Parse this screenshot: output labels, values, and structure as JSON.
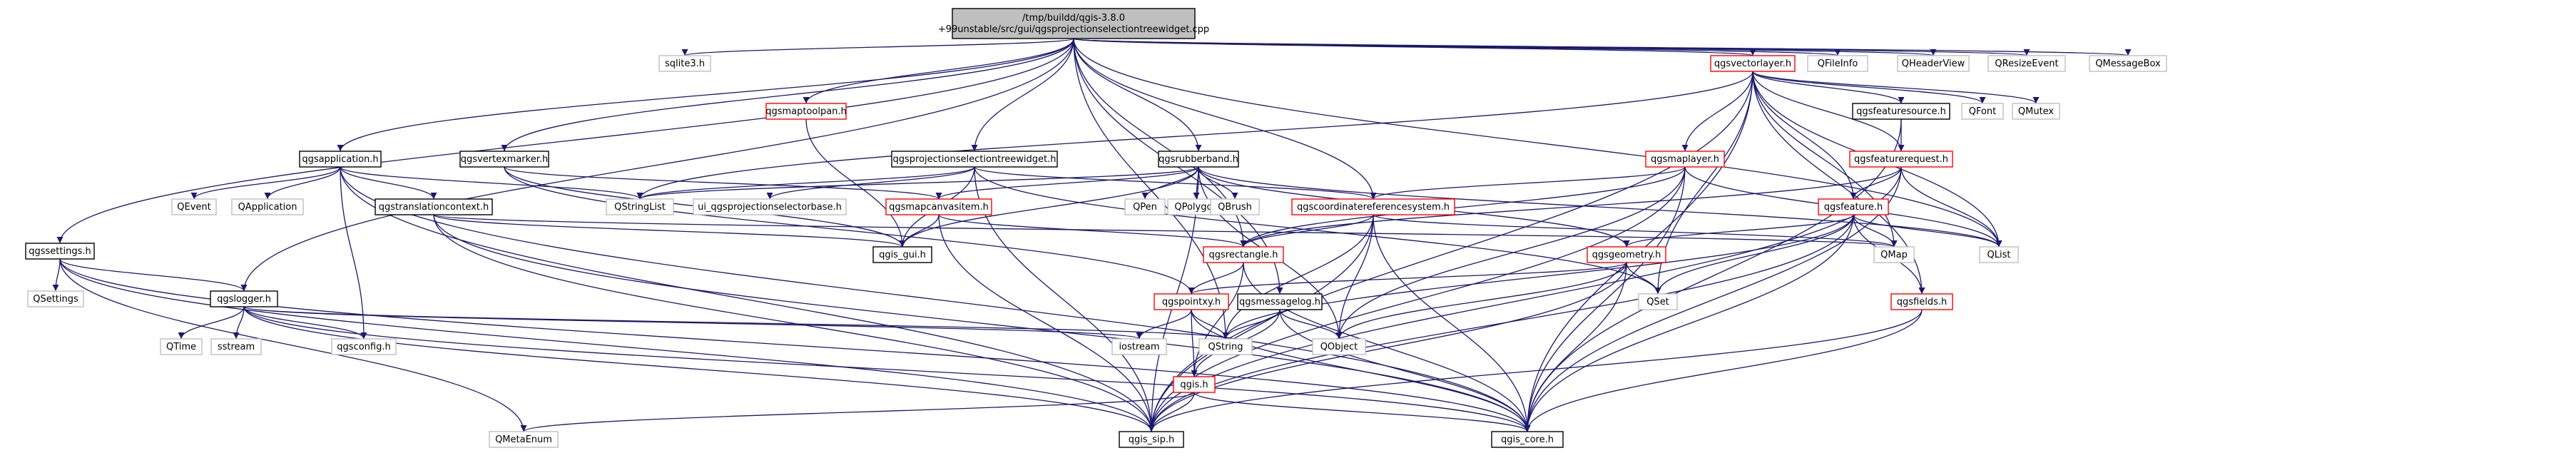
{
  "colors": {
    "edge": "#191970",
    "root_fill": "#bfbfbf",
    "root_border": "#000000",
    "black_border": "#000000",
    "red_border": "#ff0000",
    "gray_border": "#bfbfbf",
    "fill": "#ffffff"
  },
  "nodes": [
    {
      "id": "root",
      "label": "/tmp/buildd/qgis-3.8.0\n+99unstable/src/gui/qgsprojectionselectiontreewidget.cpp",
      "style": "root"
    },
    {
      "id": "qgssettings",
      "label": "qgssettings.h",
      "style": "black"
    },
    {
      "id": "sqlite3",
      "label": "sqlite3.h",
      "style": "gray"
    },
    {
      "id": "qgsmaptoolpan",
      "label": "qgsmaptoolpan.h",
      "style": "red"
    },
    {
      "id": "qgsapplication",
      "label": "qgsapplication.h",
      "style": "black"
    },
    {
      "id": "qgsvertexmarker",
      "label": "qgsvertexmarker.h",
      "style": "black"
    },
    {
      "id": "qgsprojsel",
      "label": "qgsprojectionselectiontreewidget.h",
      "style": "black"
    },
    {
      "id": "qgsrubberband",
      "label": "qgsrubberband.h",
      "style": "black"
    },
    {
      "id": "qgsvectorlayer",
      "label": "qgsvectorlayer.h",
      "style": "red"
    },
    {
      "id": "qfileinfo",
      "label": "QFileInfo",
      "style": "gray"
    },
    {
      "id": "qheaderview",
      "label": "QHeaderView",
      "style": "gray"
    },
    {
      "id": "qresizeevent",
      "label": "QResizeEvent",
      "style": "gray"
    },
    {
      "id": "qmessagebox",
      "label": "QMessageBox",
      "style": "gray"
    },
    {
      "id": "qgsfeaturesource",
      "label": "qgsfeaturesource.h",
      "style": "black"
    },
    {
      "id": "qfont",
      "label": "QFont",
      "style": "gray"
    },
    {
      "id": "qmutex",
      "label": "QMutex",
      "style": "gray"
    },
    {
      "id": "qgsmaplayer",
      "label": "qgsmaplayer.h",
      "style": "red"
    },
    {
      "id": "qgsfeaturerequest",
      "label": "qgsfeaturerequest.h",
      "style": "red"
    },
    {
      "id": "qevent",
      "label": "QEvent",
      "style": "gray"
    },
    {
      "id": "qapplication",
      "label": "QApplication",
      "style": "gray"
    },
    {
      "id": "qgstranslationcontext",
      "label": "qgstranslationcontext.h",
      "style": "black"
    },
    {
      "id": "qstringlist",
      "label": "QStringList",
      "style": "gray"
    },
    {
      "id": "uiqgsprojsel",
      "label": "ui_qgsprojectionselectorbase.h",
      "style": "gray"
    },
    {
      "id": "qgsmapcanvasitem",
      "label": "qgsmapcanvasitem.h",
      "style": "red"
    },
    {
      "id": "qpen",
      "label": "QPen",
      "style": "gray"
    },
    {
      "id": "qpolygon",
      "label": "QPolygon",
      "style": "gray"
    },
    {
      "id": "qbrush",
      "label": "QBrush",
      "style": "gray"
    },
    {
      "id": "qgscrs",
      "label": "qgscoordinatereferencesystem.h",
      "style": "red"
    },
    {
      "id": "qgsfeature",
      "label": "qgsfeature.h",
      "style": "red"
    },
    {
      "id": "qgssettings_qsettings",
      "label": "QSettings",
      "style": "gray"
    },
    {
      "id": "qgslogger",
      "label": "qgslogger.h",
      "style": "black"
    },
    {
      "id": "qgsgui",
      "label": "qgis_gui.h",
      "style": "black"
    },
    {
      "id": "qgsrectangle",
      "label": "qgsrectangle.h",
      "style": "red"
    },
    {
      "id": "qgsgeometry",
      "label": "qgsgeometry.h",
      "style": "red"
    },
    {
      "id": "qmap",
      "label": "QMap",
      "style": "gray"
    },
    {
      "id": "qlist",
      "label": "QList",
      "style": "gray"
    },
    {
      "id": "qset",
      "label": "QSet",
      "style": "gray"
    },
    {
      "id": "qgspointxy",
      "label": "qgspointxy.h",
      "style": "red"
    },
    {
      "id": "qgsmessagelog",
      "label": "qgsmessagelog.h",
      "style": "black"
    },
    {
      "id": "qgsfields",
      "label": "qgsfields.h",
      "style": "red"
    },
    {
      "id": "qtime",
      "label": "QTime",
      "style": "gray"
    },
    {
      "id": "sstream",
      "label": "sstream",
      "style": "gray"
    },
    {
      "id": "qgsconfig",
      "label": "qgsconfig.h",
      "style": "gray"
    },
    {
      "id": "iostream",
      "label": "iostream",
      "style": "gray"
    },
    {
      "id": "qstring",
      "label": "QString",
      "style": "gray"
    },
    {
      "id": "qobject",
      "label": "QObject",
      "style": "gray"
    },
    {
      "id": "qgis",
      "label": "qgis.h",
      "style": "red"
    },
    {
      "id": "qmetaenum",
      "label": "QMetaEnum",
      "style": "gray"
    },
    {
      "id": "qgissip",
      "label": "qgis_sip.h",
      "style": "black"
    },
    {
      "id": "qgiscore",
      "label": "qgis_core.h",
      "style": "black"
    }
  ],
  "edges": [
    [
      "root",
      "qgssettings"
    ],
    [
      "root",
      "sqlite3"
    ],
    [
      "root",
      "qgsmaptoolpan"
    ],
    [
      "root",
      "qgsapplication"
    ],
    [
      "root",
      "qgsvertexmarker"
    ],
    [
      "root",
      "qgsprojsel"
    ],
    [
      "root",
      "qgsrubberband"
    ],
    [
      "root",
      "qgsvectorlayer"
    ],
    [
      "root",
      "qfileinfo"
    ],
    [
      "root",
      "qheaderview"
    ],
    [
      "root",
      "qresizeevent"
    ],
    [
      "root",
      "qmessagebox"
    ],
    [
      "root",
      "qgslogger"
    ],
    [
      "root",
      "qgscrs"
    ],
    [
      "root",
      "qgsrectangle"
    ],
    [
      "root",
      "qgsmessagelog"
    ],
    [
      "root",
      "qlist"
    ],
    [
      "root",
      "qstring"
    ],
    [
      "qgssettings",
      "qgssettings_qsettings"
    ],
    [
      "qgssettings",
      "qgslogger"
    ],
    [
      "qgssettings",
      "qmetaenum"
    ],
    [
      "qgssettings",
      "qgissip"
    ],
    [
      "qgssettings",
      "qgiscore"
    ],
    [
      "qgsmaptoolpan",
      "qgsgui"
    ],
    [
      "qgsapplication",
      "qevent"
    ],
    [
      "qgsapplication",
      "qapplication"
    ],
    [
      "qgsapplication",
      "qstringlist"
    ],
    [
      "qgsapplication",
      "qgstranslationcontext"
    ],
    [
      "qgsapplication",
      "qgsconfig"
    ],
    [
      "qgsapplication",
      "qgissip"
    ],
    [
      "qgsapplication",
      "qgiscore"
    ],
    [
      "qgsvertexmarker",
      "qgsmapcanvasitem"
    ],
    [
      "qgsvertexmarker",
      "qgsgui"
    ],
    [
      "qgsvertexmarker",
      "qgspointxy"
    ],
    [
      "qgsprojsel",
      "qstringlist"
    ],
    [
      "qgsprojsel",
      "uiqgsprojsel"
    ],
    [
      "qgsprojsel",
      "qgscrs"
    ],
    [
      "qgsprojsel",
      "qgsgui"
    ],
    [
      "qgsprojsel",
      "qset"
    ],
    [
      "qgsprojsel",
      "qgissip"
    ],
    [
      "qgsrubberband",
      "qstringlist"
    ],
    [
      "qgsrubberband",
      "qgsmapcanvasitem"
    ],
    [
      "qgsrubberband",
      "qpen"
    ],
    [
      "qgsrubberband",
      "qpolygon"
    ],
    [
      "qgsrubberband",
      "qbrush"
    ],
    [
      "qgsrubberband",
      "qgsgeometry"
    ],
    [
      "qgsrubberband",
      "qlist"
    ],
    [
      "qgsrubberband",
      "qobject"
    ],
    [
      "qgsrubberband",
      "qgsgui"
    ],
    [
      "qgsrubberband",
      "qgissip"
    ],
    [
      "qgsvectorlayer",
      "qgsfeaturesource"
    ],
    [
      "qgsvectorlayer",
      "qfont"
    ],
    [
      "qgsvectorlayer",
      "qmutex"
    ],
    [
      "qgsvectorlayer",
      "qgsmaplayer"
    ],
    [
      "qgsvectorlayer",
      "qgsfeaturerequest"
    ],
    [
      "qgsvectorlayer",
      "qgsfeature"
    ],
    [
      "qgsvectorlayer",
      "qgsfields"
    ],
    [
      "qgsvectorlayer",
      "qmap"
    ],
    [
      "qgsvectorlayer",
      "qlist"
    ],
    [
      "qgsvectorlayer",
      "qset"
    ],
    [
      "qgsvectorlayer",
      "qstringlist"
    ],
    [
      "qgsvectorlayer",
      "qgiscore"
    ],
    [
      "qgsvectorlayer",
      "qgissip"
    ],
    [
      "qgsfeaturesource",
      "qgsfeaturerequest"
    ],
    [
      "qgsfeaturesource",
      "qgiscore"
    ],
    [
      "qgsmaplayer",
      "qgscrs"
    ],
    [
      "qgsmaplayer",
      "qgsrectangle"
    ],
    [
      "qgsmaplayer",
      "qobject"
    ],
    [
      "qgsmaplayer",
      "qgissip"
    ],
    [
      "qgsmaplayer",
      "qgiscore"
    ],
    [
      "qgsmaplayer",
      "qlist"
    ],
    [
      "qgsfeaturerequest",
      "qgsfeature"
    ],
    [
      "qgsfeaturerequest",
      "qgsrectangle"
    ],
    [
      "qgsfeaturerequest",
      "qlist"
    ],
    [
      "qgsfeaturerequest",
      "qgissip"
    ],
    [
      "qgsfeaturerequest",
      "qgiscore"
    ],
    [
      "qgstranslationcontext",
      "qgsgui"
    ],
    [
      "qgstranslationcontext",
      "qmap"
    ],
    [
      "qgstranslationcontext",
      "qgissip"
    ],
    [
      "qgstranslationcontext",
      "qgiscore"
    ],
    [
      "qgsmapcanvasitem",
      "qgsrectangle"
    ],
    [
      "qgsmapcanvasitem",
      "qgsgui"
    ],
    [
      "qgsmapcanvasitem",
      "qgissip"
    ],
    [
      "qgscrs",
      "qgsrectangle"
    ],
    [
      "qgscrs",
      "qmap"
    ],
    [
      "qgscrs",
      "qstring"
    ],
    [
      "qgscrs",
      "qobject"
    ],
    [
      "qgscrs",
      "qgissip"
    ],
    [
      "qgscrs",
      "qgiscore"
    ],
    [
      "qgsfeature",
      "qgsgeometry"
    ],
    [
      "qgsfeature",
      "qmap"
    ],
    [
      "qgsfeature",
      "qlist"
    ],
    [
      "qgsfeature",
      "qset"
    ],
    [
      "qgsfeature",
      "qgsfields"
    ],
    [
      "qgsfeature",
      "qstring"
    ],
    [
      "qgsfeature",
      "qgissip"
    ],
    [
      "qgsfeature",
      "qgiscore"
    ],
    [
      "qgslogger",
      "qtime"
    ],
    [
      "qgslogger",
      "sstream"
    ],
    [
      "qgslogger",
      "qgsconfig"
    ],
    [
      "qgslogger",
      "iostream"
    ],
    [
      "qgslogger",
      "qstring"
    ],
    [
      "qgslogger",
      "qgissip"
    ],
    [
      "qgslogger",
      "qgiscore"
    ],
    [
      "qgsrectangle",
      "qgspointxy"
    ],
    [
      "qgsrectangle",
      "qgis"
    ],
    [
      "qgsrectangle",
      "qgiscore"
    ],
    [
      "qgsgeometry",
      "qgspointxy"
    ],
    [
      "qgsgeometry",
      "qset"
    ],
    [
      "qgsgeometry",
      "qobject"
    ],
    [
      "qgsgeometry",
      "qgissip"
    ],
    [
      "qgsgeometry",
      "qgiscore"
    ],
    [
      "qgspointxy",
      "qgis"
    ],
    [
      "qgspointxy",
      "iostream"
    ],
    [
      "qgspointxy",
      "qstring"
    ],
    [
      "qgspointxy",
      "qgiscore"
    ],
    [
      "qgsmessagelog",
      "qgis"
    ],
    [
      "qgsmessagelog",
      "qstring"
    ],
    [
      "qgsmessagelog",
      "qobject"
    ],
    [
      "qgsmessagelog",
      "qgiscore"
    ],
    [
      "qgsfields",
      "qgissip"
    ],
    [
      "qgsfields",
      "qgiscore"
    ],
    [
      "qgis",
      "qmetaenum"
    ],
    [
      "qgis",
      "qgissip"
    ],
    [
      "qgis",
      "qgiscore"
    ]
  ]
}
